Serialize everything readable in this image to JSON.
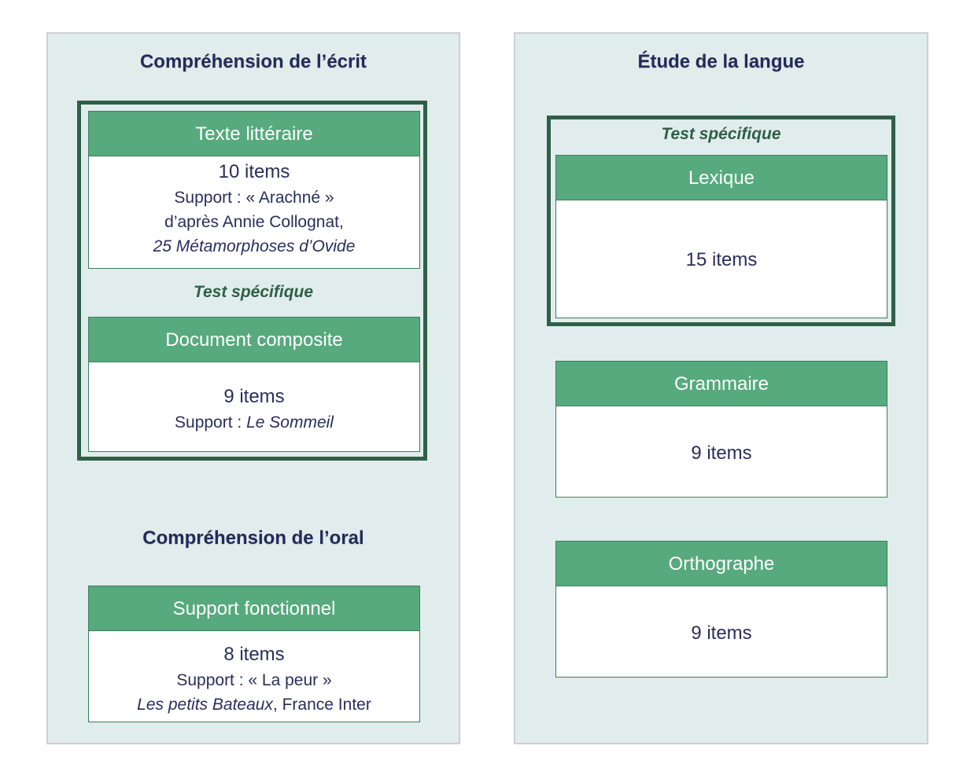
{
  "left_panel": {
    "reading_section": {
      "title": "Compréhension de l’écrit",
      "literary_card": {
        "header": "Texte littéraire",
        "count": "10 items",
        "support": "Support : « Arachné »",
        "author": "d’après Annie Collognat,",
        "work": "25 Métamorphoses d’Ovide"
      },
      "test_label": "Test spécifique",
      "composite_card": {
        "header": "Document composite",
        "count": "9 items",
        "support_prefix": "Support : ",
        "support_title": "Le Sommeil"
      }
    },
    "oral_section": {
      "title": "Compréhension de l’oral",
      "functional_card": {
        "header": "Support fonctionnel",
        "count": "8 items",
        "support": "Support : « La peur »",
        "source_title": "Les petits Bateaux",
        "source_rest": ", France Inter"
      }
    }
  },
  "right_panel": {
    "title": "Étude de la langue",
    "test_label": "Test spécifique",
    "lexique_card": {
      "header": "Lexique",
      "count": "15 items"
    },
    "grammaire_card": {
      "header": "Grammaire",
      "count": "9 items"
    },
    "orthographe_card": {
      "header": "Orthographe",
      "count": "9 items"
    }
  },
  "colors": {
    "panel_bg": "#e1ecec",
    "header_green": "#56aa7d",
    "frame_green": "#2f5f48",
    "text_navy": "#2a2d5e"
  }
}
